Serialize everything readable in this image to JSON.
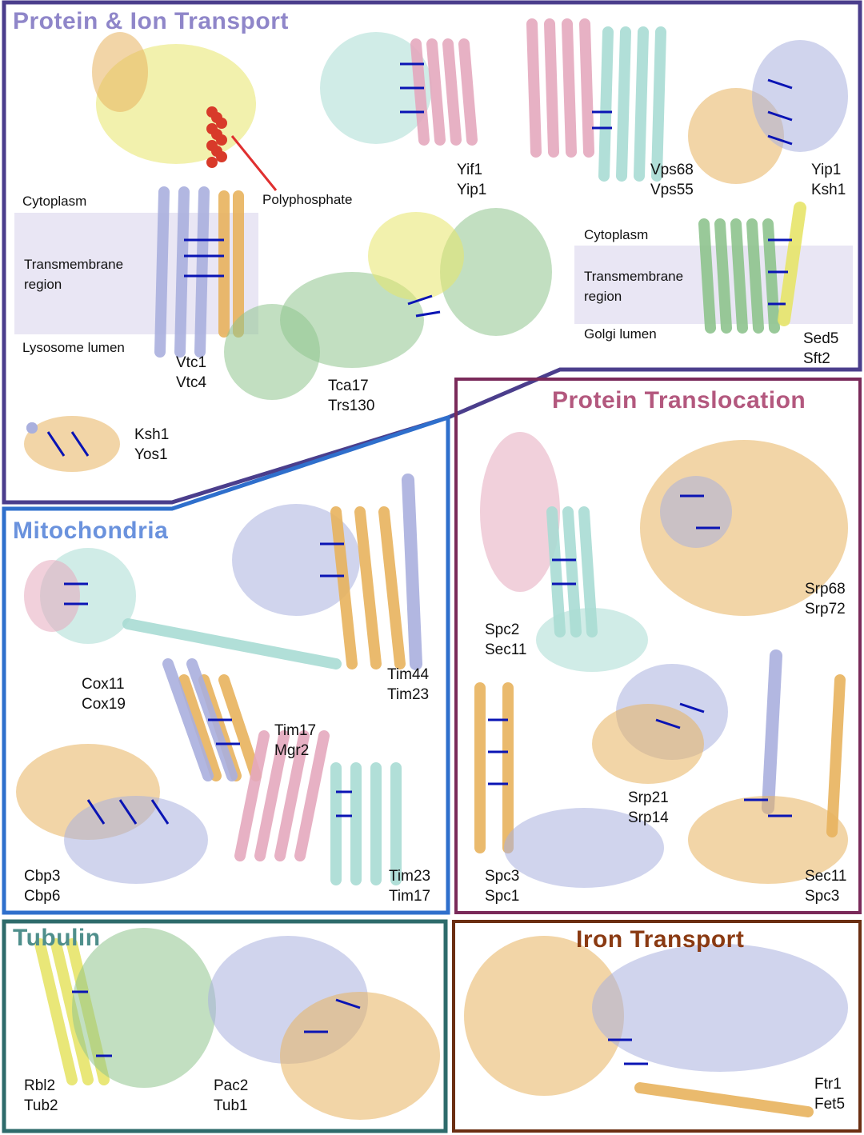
{
  "colors": {
    "protein_ion": "#4b3e8c",
    "mitochondria": "#2f6fcc",
    "translocation": "#7a2a5a",
    "tubulin": "#2e6b6b",
    "iron": "#6b2e12",
    "crosslink": "#0a14b4",
    "helix_orange": "#e8b35e",
    "helix_blue": "#aab0de",
    "helix_cyan": "#a9dcd4",
    "helix_pink": "#e5a9be",
    "helix_green": "#8fc48e",
    "helix_yellow": "#e7e56a",
    "membrane": "#e9e6f4"
  },
  "sections": {
    "protein_ion": {
      "title": "Protein & Ion Transport"
    },
    "mitochondria": {
      "title": "Mitochondria"
    },
    "translocation": {
      "title": "Protein Translocation"
    },
    "tubulin": {
      "title": "Tubulin"
    },
    "iron": {
      "title": "Iron Transport"
    }
  },
  "region_labels": {
    "cytoplasm_left": "Cytoplasm",
    "transmembrane_left": [
      "Transmembrane",
      "region"
    ],
    "lysosome": "Lysosome lumen",
    "cytoplasm_right": "Cytoplasm",
    "transmembrane_right": [
      "Transmembrane",
      "region"
    ],
    "golgi": "Golgi lumen",
    "polyphosphate": "Polyphosphate"
  },
  "complexes": {
    "vtc": [
      "Vtc1",
      "Vtc4"
    ],
    "yif": [
      "Yif1",
      "Yip1"
    ],
    "vps": [
      "Vps68",
      "Vps55"
    ],
    "yip": [
      "Yip1",
      "Ksh1"
    ],
    "sed": [
      "Sed5",
      "Sft2"
    ],
    "tca": [
      "Tca17",
      "Trs130"
    ],
    "ksh": [
      "Ksh1",
      "Yos1"
    ],
    "cox": [
      "Cox11",
      "Cox19"
    ],
    "tim44": [
      "Tim44",
      "Tim23"
    ],
    "tim17": [
      "Tim17",
      "Mgr2"
    ],
    "cbp": [
      "Cbp3",
      "Cbp6"
    ],
    "tim23": [
      "Tim23",
      "Tim17"
    ],
    "spc2": [
      "Spc2",
      "Sec11"
    ],
    "srp68": [
      "Srp68",
      "Srp72"
    ],
    "srp21": [
      "Srp21",
      "Srp14"
    ],
    "spc3": [
      "Spc3",
      "Spc1"
    ],
    "sec11": [
      "Sec11",
      "Spc3"
    ],
    "rbl": [
      "Rbl2",
      "Tub2"
    ],
    "pac": [
      "Pac2",
      "Tub1"
    ],
    "ftr": [
      "Ftr1",
      "Fet5"
    ]
  }
}
